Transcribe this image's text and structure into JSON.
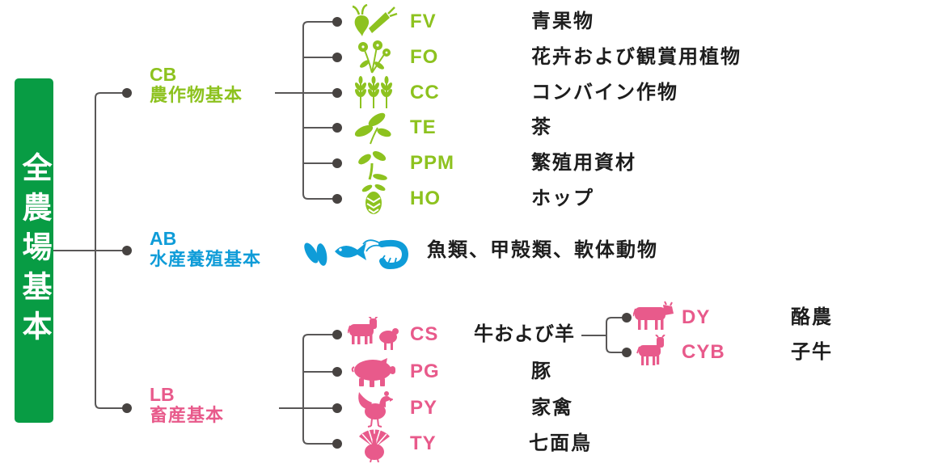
{
  "root": {
    "label": "全農場基本"
  },
  "branches": {
    "cb": {
      "code": "CB",
      "name": "農作物基本",
      "children": [
        {
          "code": "FV",
          "label": "青果物"
        },
        {
          "code": "FO",
          "label": "花卉および観賞用植物"
        },
        {
          "code": "CC",
          "label": "コンバイン作物"
        },
        {
          "code": "TE",
          "label": "茶"
        },
        {
          "code": "PPM",
          "label": "繁殖用資材"
        },
        {
          "code": "HO",
          "label": "ホップ"
        }
      ]
    },
    "ab": {
      "code": "AB",
      "name": "水産養殖基本",
      "description": "魚類、甲殻類、軟体動物"
    },
    "lb": {
      "code": "LB",
      "name": "畜産基本",
      "children": [
        {
          "code": "CS",
          "label": "牛および羊",
          "children": [
            {
              "code": "DY",
              "label": "酪農"
            },
            {
              "code": "CYB",
              "label": "子牛"
            }
          ]
        },
        {
          "code": "PG",
          "label": "豚"
        },
        {
          "code": "PY",
          "label": "家禽"
        },
        {
          "code": "TY",
          "label": "七面鳥"
        }
      ]
    }
  },
  "icons": {
    "fv": "produce-icon",
    "fo": "flowers-icon",
    "cc": "wheat-icon",
    "te": "tea-leaves-icon",
    "ppm": "seedling-icon",
    "ho": "hop-icon",
    "ab": "seafood-icon",
    "cs": "cattle-sheep-icon",
    "pg": "pig-icon",
    "py": "rooster-icon",
    "ty": "turkey-icon",
    "dy": "dairy-cow-icon",
    "cyb": "calf-icon"
  },
  "colors": {
    "bar_green": "#089c44",
    "cb_green": "#8dc21f",
    "ab_blue": "#0f9cd8",
    "lb_pink": "#e85a8b",
    "line_gray": "#595757",
    "dot_gray": "#474341",
    "text_dark": "#1d1d1d"
  }
}
